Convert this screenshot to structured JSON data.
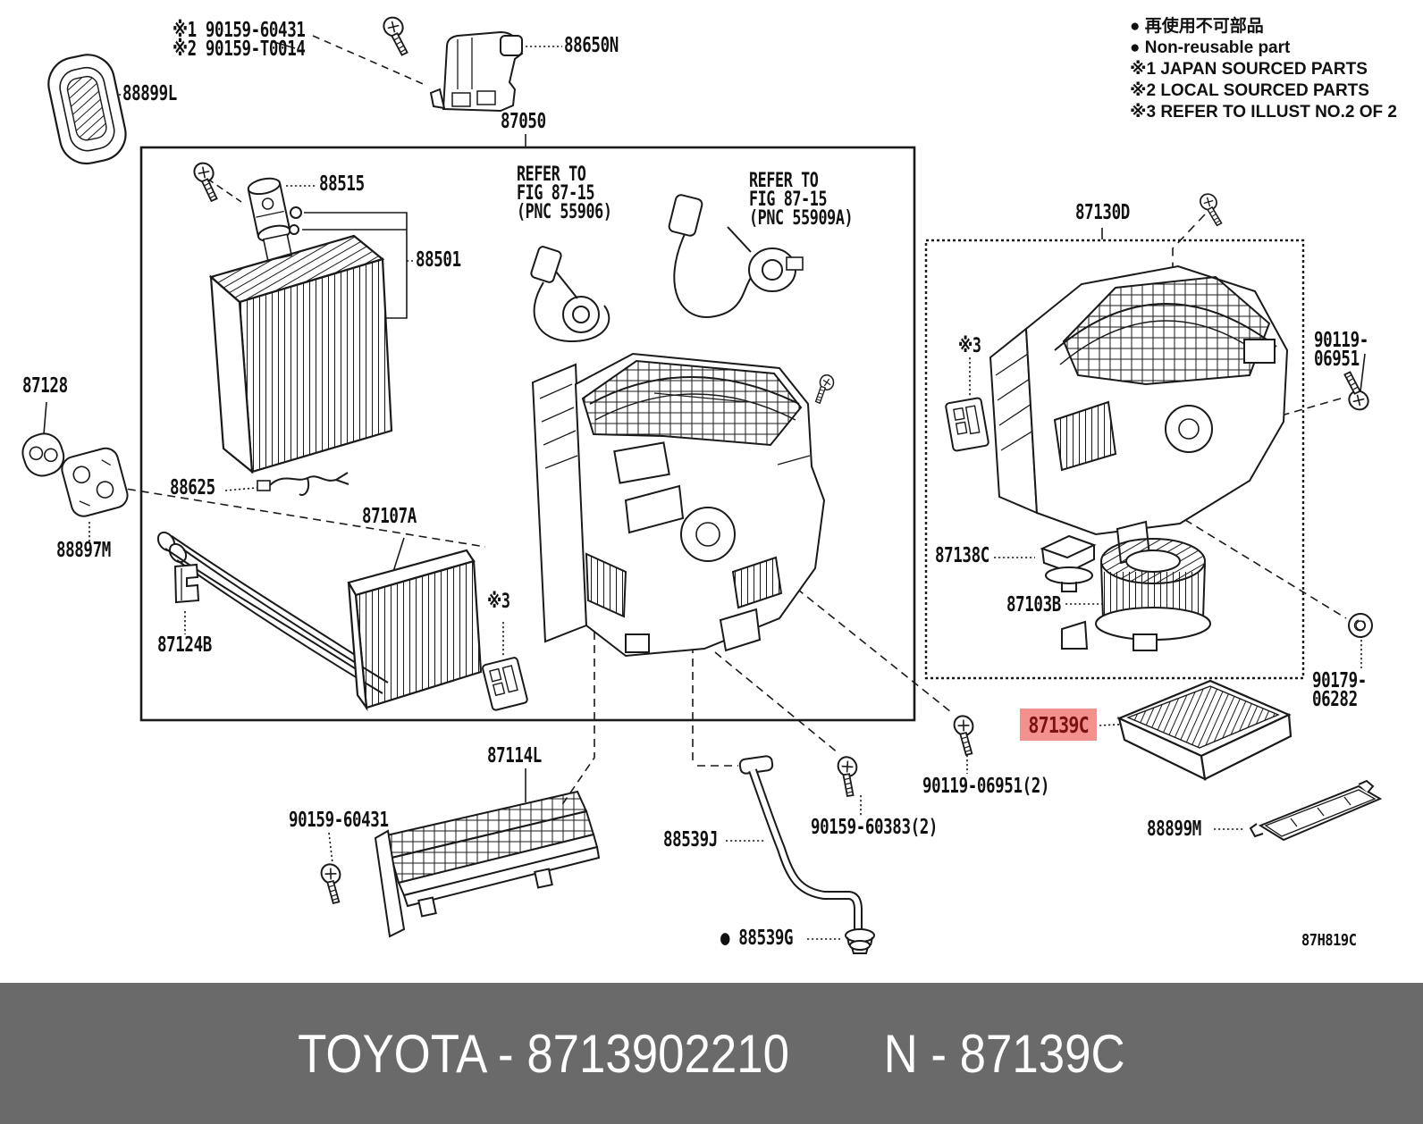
{
  "legend": {
    "line1": "● 再使用不可部品",
    "line2": "● Non-reusable part",
    "line3": "※1 JAPAN SOURCED PARTS",
    "line4": "※2 LOCAL SOURCED PARTS",
    "line5": "※3 REFER TO ILLUST NO.2 OF 2"
  },
  "labels": {
    "p88899L": "88899L",
    "pnote12": "※1 90159-60431\n※2 90159-T0014",
    "p88650N": "88650N",
    "p87050": "87050",
    "p88515": "88515",
    "p88501": "88501",
    "refer1": "REFER TO\nFIG 87-15\n(PNC 55906)",
    "refer2": "REFER TO\nFIG 87-15\n(PNC 55909A)",
    "p87128": "87128",
    "p88625": "88625",
    "p87107A": "87107A",
    "p88897M": "88897M",
    "p87124B": "87124B",
    "note3a": "※3",
    "p87114L": "87114L",
    "p90159_60431": "90159-60431",
    "p88539J": "88539J",
    "p88539G": "● 88539G",
    "p90159_60383": "90159-60383(2)",
    "p90119_06951_2": "90119-06951(2)",
    "p87139C": "87139C",
    "p88899M": "88899M",
    "p90179_06282": "90179-06282",
    "p90119_06951": "90119-06951",
    "p87130D": "87130D",
    "p87138C": "87138C",
    "p87103B": "87103B",
    "note3b": "※3",
    "diagram_code": "87H819C"
  },
  "footer": {
    "left": "TOYOTA - 8713902210",
    "right": "N - 87139C"
  },
  "colors": {
    "highlight_bg": "#f2918d",
    "highlight_text": "#7c1113",
    "footer_bg": "#6a6a6a",
    "footer_text": "#ffffff",
    "line": "#1a1a1a"
  }
}
